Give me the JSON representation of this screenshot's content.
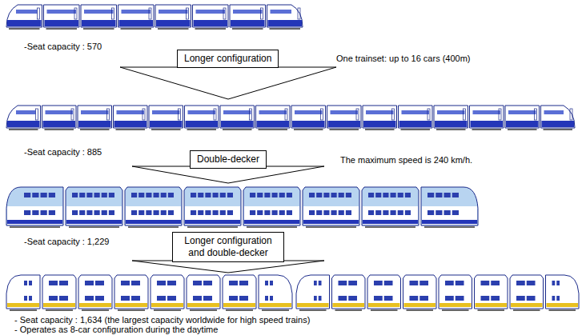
{
  "diagram": {
    "nodes": [
      {
        "text": [
          "Longer configuration"
        ]
      },
      {
        "text": [
          "Double-decker"
        ]
      },
      {
        "text": [
          "Longer configuration and double-decker"
        ]
      }
    ],
    "labels": [
      "-Seat capacity : 570",
      "One trainset: up to 16 cars (400m)",
      "-Seat capacity : 885",
      "The maximum speed is 240 km/h.",
      "-Seat capacity : 1,229",
      "- Seat capacity : 1,634 (the largest capacity worldwide for high speed trains)",
      "- Operates as 8-car configuration during the daytime"
    ]
  }
}
